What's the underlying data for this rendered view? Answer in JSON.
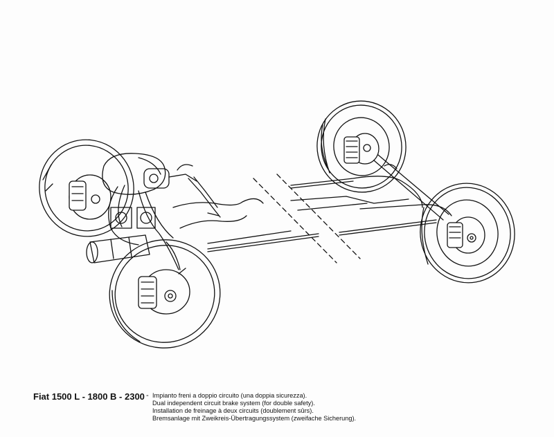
{
  "caption": {
    "model": "Fiat 1500 L - 1800 B - 2300",
    "separator": "-",
    "lines": [
      "Impianto freni a doppio circuito (una doppia sicurezza).",
      "Dual independent circuit brake system (for double safety).",
      "Installation de freinage à deux circuits (doublement sûrs).",
      "Bremsanlage mit Zweikreis-Übertragungssystem (zweifache Sicherung)."
    ]
  }
}
